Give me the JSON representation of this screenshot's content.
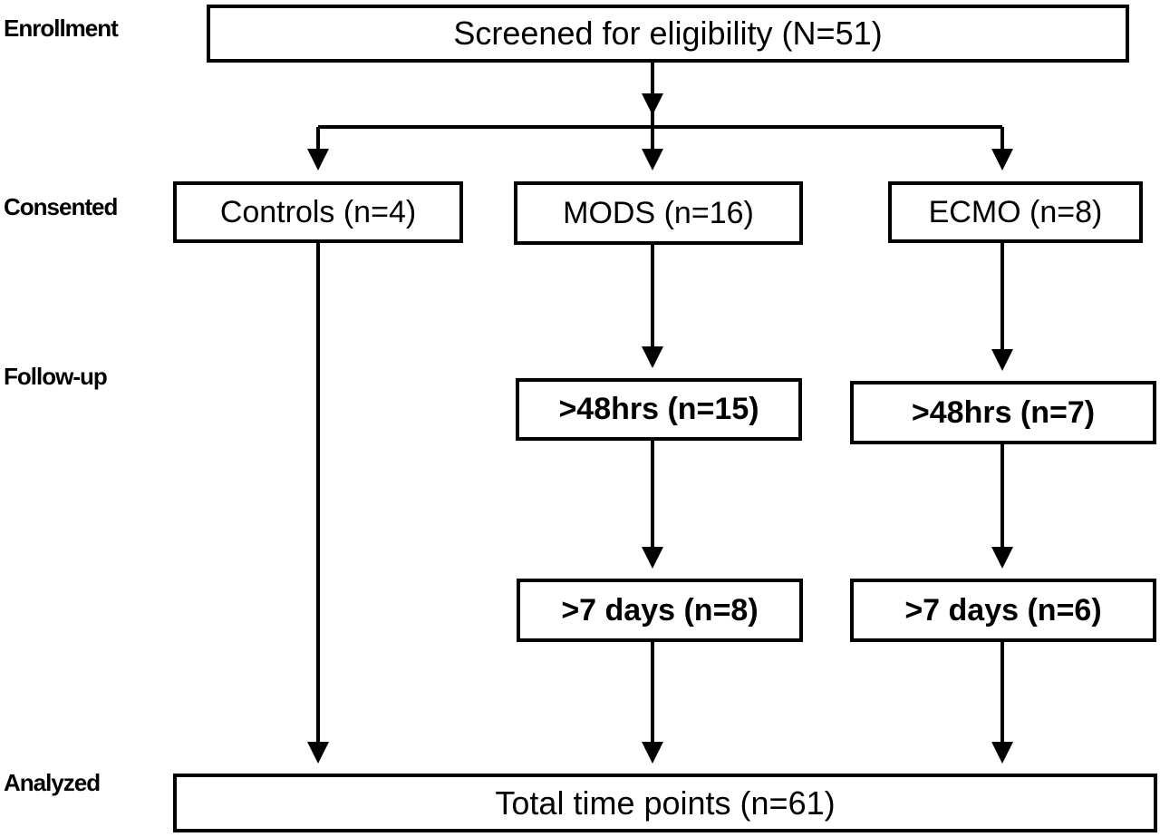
{
  "stages": {
    "enrollment": "Enrollment",
    "consented": "Consented",
    "follow_up": "Follow-up",
    "analyzed": "Analyzed"
  },
  "boxes": {
    "screened": "Screened for eligibility (N=51)",
    "controls": "Controls (n=4)",
    "mods": "MODS (n=16)",
    "ecmo": "ECMO (n=8)",
    "mods_48": ">48hrs (n=15)",
    "ecmo_48": ">48hrs (n=7)",
    "mods_7d": ">7 days (n=8)",
    "ecmo_7d": ">7 days (n=6)",
    "total": "Total time points (n=61)"
  }
}
